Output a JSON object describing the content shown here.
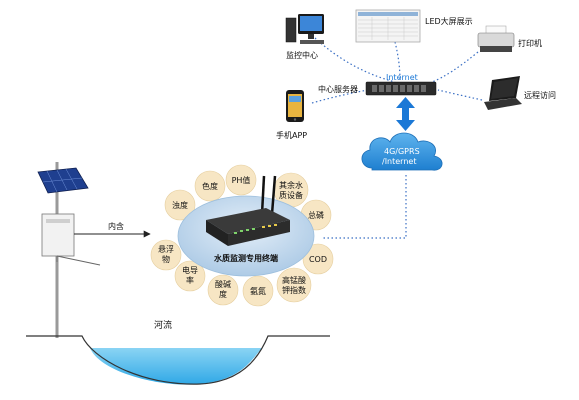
{
  "network": {
    "monitoring_center": "监控中心",
    "led_screen": "LED大屏展示",
    "printer": "打印机",
    "remote_access": "远程访问",
    "central_server": "中心服务器",
    "internet_tag": "Internet",
    "mobile_app": "手机APP",
    "cloud_line1": "4G/GPRS",
    "cloud_line2": "/Internet"
  },
  "station": {
    "terminal_label": "水质监测专用终端",
    "inflow_label": "内含",
    "river_label": "河流"
  },
  "parameters": [
    {
      "lines": [
        "浊度"
      ]
    },
    {
      "lines": [
        "色度"
      ]
    },
    {
      "lines": [
        "PH值"
      ]
    },
    {
      "lines": [
        "其余水",
        "质设备"
      ]
    },
    {
      "lines": [
        "总磷"
      ]
    },
    {
      "lines": [
        "COD"
      ]
    },
    {
      "lines": [
        "高锰酸",
        "钾指数"
      ]
    },
    {
      "lines": [
        "氨氮"
      ]
    },
    {
      "lines": [
        "酸碱",
        "度"
      ]
    },
    {
      "lines": [
        "电导",
        "率"
      ]
    },
    {
      "lines": [
        "悬浮",
        "物"
      ]
    }
  ],
  "colors": {
    "dotted_link": "#3a6fc4",
    "arrow_blue": "#1b78d6",
    "cloud": "#2f8fd8",
    "petal": "#f7e6c4",
    "ellipse": "#bcd6ee",
    "water": "#5cc0ee"
  }
}
